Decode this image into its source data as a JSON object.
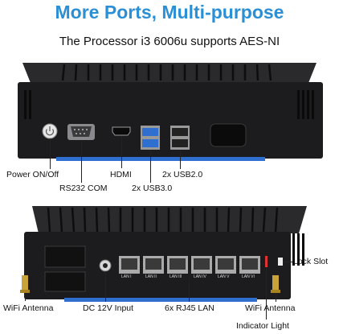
{
  "header": {
    "title": "More Ports, Multi-purpose",
    "subtitle": "The Processor i3 6006u supports AES-NI"
  },
  "front_panel": {
    "labels": {
      "power": "Power ON/Off",
      "rs232": "RS232 COM",
      "hdmi": "HDMI",
      "usb3": "2x USB3.0",
      "usb2": "2x USB2.0"
    }
  },
  "rear_panel": {
    "labels": {
      "wifi_left": "WiFi Antenna",
      "dc": "DC 12V Input",
      "lan": "6x RJ45 LAN",
      "wifi_right": "WiFi Antenna",
      "indicator": "Indicator Light",
      "lock": "Lock Slot"
    },
    "port_tags": [
      "LAN I",
      "LAN II",
      "LAN III",
      "LAN IV",
      "LAN V",
      "LAN VI"
    ]
  },
  "colors": {
    "accent": "#2b8fd6",
    "chassis": "#1c1c1e",
    "usb3_blue": "#2f6fd0"
  }
}
